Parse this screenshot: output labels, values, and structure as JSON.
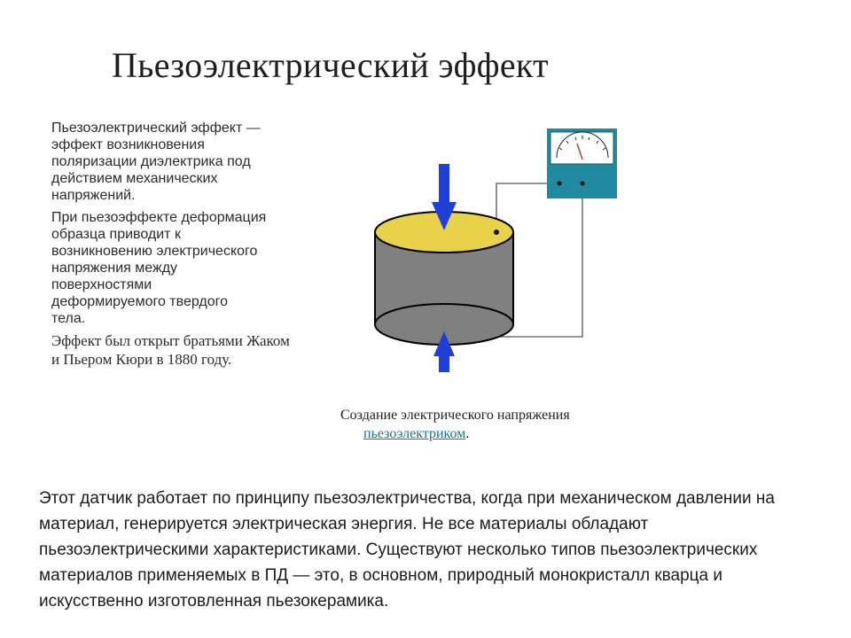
{
  "slide": {
    "title": "Пьезоэлектрический эффект",
    "definition": "Пьезоэлектрический эффект —\n   эффект возникновения\n   поляризации диэлектрика под\n   действием механических\n   напряжений.",
    "deformation": "При пьезоэффекте деформация\n   образца приводит к\n   возникновению электрического\n   напряжения между\n   поверхностями\n   деформируемого твердого\n   тела.",
    "discovery": "Эффект был открыт братьями Жаком\nи Пьером Кюри в 1880 году.",
    "caption": {
      "line1": "Создание электрического напряжения",
      "link": "пьезоэлектриком",
      "suffix": "."
    },
    "body": "Этот датчик работает по принципу пьезоэлектричества, когда при механическом давлении на материал, генерируется электрическая энергия. Не все материалы обладают пьезоэлектрическими характеристиками. Существуют несколько типов пьезоэлектрических материалов применяемых в ПД — это, в основном, природный монокристалл кварца и искусственно изготовленная пьезокерамика."
  },
  "diagram": {
    "colors": {
      "cylinder_body": "#808080",
      "cylinder_top": "#e8d24a",
      "arrow": "#1f3fd6",
      "meter_case": "#1f8aa0",
      "meter_face": "#ffffff",
      "wire": "#555555"
    },
    "icons": [
      "piezo-cylinder",
      "force-arrow-down",
      "force-arrow-up",
      "voltmeter"
    ]
  }
}
